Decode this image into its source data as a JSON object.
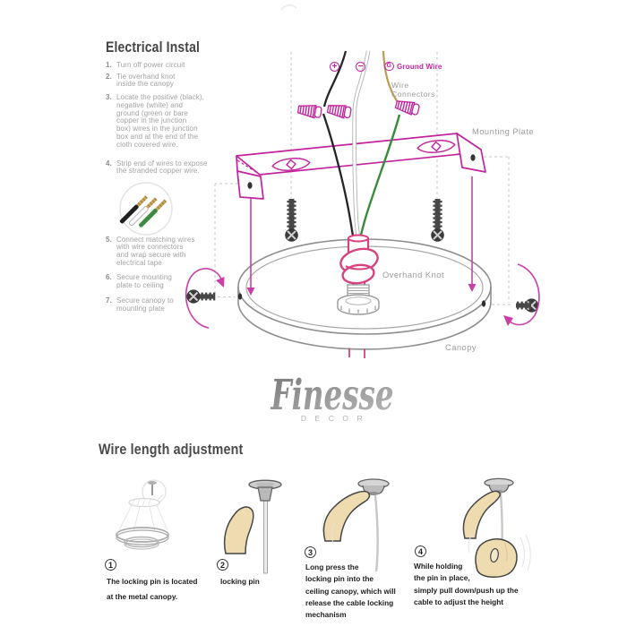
{
  "header": {
    "title": "Electrical Instal"
  },
  "install_steps": [
    {
      "num": "1.",
      "lines": [
        "Turn off power circuit"
      ]
    },
    {
      "num": "2.",
      "lines": [
        "Tie overhand knot",
        "inside the canopy"
      ]
    },
    {
      "num": "3.",
      "lines": [
        "Locate the positive (black),",
        "negative (white) and",
        "ground (green or bare",
        "copper in the junction",
        "box) wires in the junction",
        "box and at the end of the",
        "cloth covered wire."
      ]
    },
    {
      "num": "4.",
      "lines": [
        "Strip end of wires to expose",
        "the stranded copper wire."
      ]
    },
    {
      "num": "5.",
      "lines": [
        "Connect matching wires",
        "with wire connectors",
        "and wrap secure with",
        "electrical tape"
      ]
    },
    {
      "num": "6.",
      "lines": [
        "Secure mounting",
        "plate to ceiling"
      ]
    },
    {
      "num": "7.",
      "lines": [
        "Secure canopy to",
        "mounting plate"
      ]
    }
  ],
  "diagram": {
    "plus": "+",
    "minus": "−",
    "g": "G",
    "ground_wire": "Ground Wire",
    "wire_connectors": {
      "lines": [
        "Wire",
        "Connectors"
      ]
    },
    "mounting_plate": "Mounting Plate",
    "overhand_knot": "Overhand Knot",
    "canopy": "Canopy",
    "colors": {
      "magenta": "#c2239c",
      "pink": "#d6437f",
      "green": "#3a8a3c",
      "ground_tan": "#bf9a4f",
      "wire_black": "#252525",
      "diagram_gray": "#8f8f8f"
    }
  },
  "logo": {
    "brand": "Finesse",
    "sub": "DECOR"
  },
  "adjustment": {
    "title": "Wire length adjustment",
    "steps": [
      {
        "num": "1",
        "lines": [
          "The locking pin is located",
          "at the metal canopy."
        ]
      },
      {
        "num": "2",
        "lines": [
          "locking pin"
        ]
      },
      {
        "num": "3",
        "lines": [
          "Long press the",
          "locking pin into the",
          "ceiling canopy, which will",
          "release the cable locking",
          "mechanism"
        ]
      },
      {
        "num": "4",
        "lines": [
          "While holding",
          "the pin in place,",
          "simply pull down/push up the",
          "cable to adjust the height"
        ]
      }
    ]
  }
}
